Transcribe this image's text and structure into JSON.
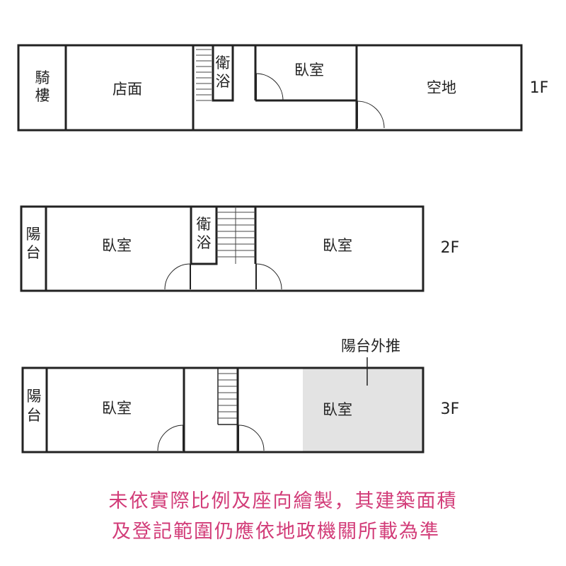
{
  "floors": {
    "f1": {
      "label": "1F",
      "arcade": [
        "騎",
        "樓"
      ],
      "shop": "店面",
      "bathroom": [
        "衛",
        "浴"
      ],
      "bedroom": "臥室",
      "open_space": "空地"
    },
    "f2": {
      "label": "2F",
      "balcony": [
        "陽",
        "台"
      ],
      "bedroom_left": "臥室",
      "bathroom": [
        "衛",
        "浴"
      ],
      "bedroom_right": "臥室"
    },
    "f3": {
      "label": "3F",
      "balcony": [
        "陽",
        "台"
      ],
      "bedroom_left": "臥室",
      "bedroom_right": "臥室",
      "extension_note": "陽台外推"
    }
  },
  "colors": {
    "wall": "#222222",
    "extension_fill": "#e3e3e3",
    "note": "#d23c78"
  },
  "disclaimer": {
    "line1": "未依實際比例及座向繪製，其建築面積",
    "line2": "及登記範圍仍應依地政機關所載為準"
  }
}
